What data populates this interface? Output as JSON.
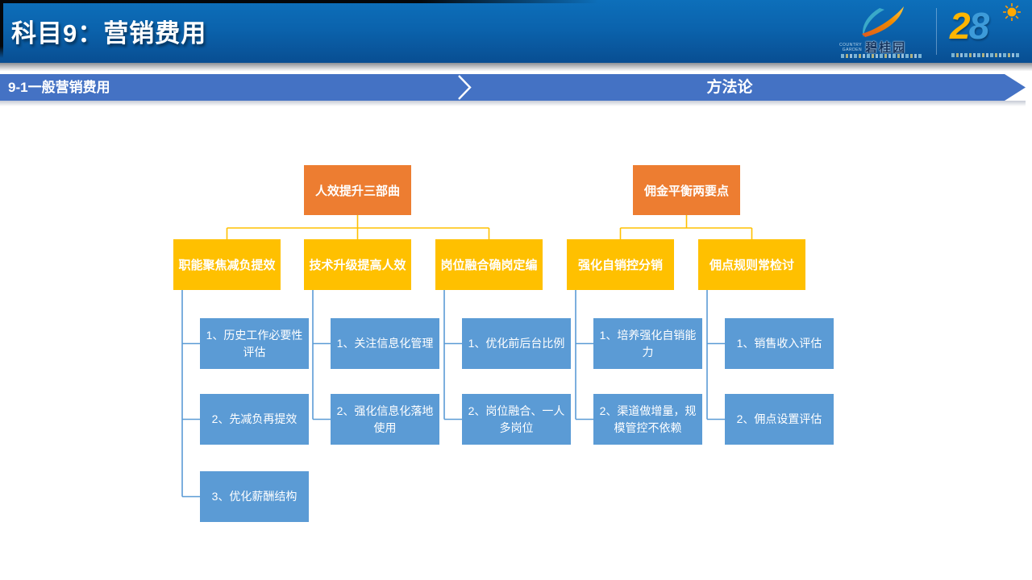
{
  "header": {
    "title": "科目9：营销费用",
    "logos": {
      "country_garden": {
        "cn": "碧桂园",
        "en_line1": "COUNTRY",
        "en_line2": "GARDEN"
      },
      "anniversary": {
        "digit_2": "2",
        "digit_8": "8"
      }
    }
  },
  "banner": {
    "left_label": "9-1一般营销费用",
    "right_label": "方法论",
    "bg_color": "#4472C4"
  },
  "diagram": {
    "colors": {
      "root": "#ED7D31",
      "branch": "#FFC000",
      "leaf": "#5B9BD5",
      "tree_line": "#FFC000",
      "leaf_line": "#5B9BD5"
    },
    "trees": [
      {
        "root": "人效提升三部曲",
        "branches": [
          {
            "label": "职能聚焦减负提效",
            "leaves": [
              "1、历史工作必要性评估",
              "2、先减负再提效",
              "3、优化薪酬结构"
            ]
          },
          {
            "label": "技术升级提高人效",
            "leaves": [
              "1、关注信息化管理",
              "2、强化信息化落地使用"
            ]
          },
          {
            "label": "岗位融合确岗定编",
            "leaves": [
              "1、优化前后台比例",
              "2、岗位融合、一人多岗位"
            ]
          }
        ]
      },
      {
        "root": "佣金平衡两要点",
        "branches": [
          {
            "label": "强化自销控分销",
            "leaves": [
              "1、培养强化自销能力",
              "2、渠道做增量，规模管控不依赖"
            ]
          },
          {
            "label": "佣点规则常检讨",
            "leaves": [
              "1、销售收入评估",
              "2、佣点设置评估"
            ]
          }
        ]
      }
    ]
  }
}
